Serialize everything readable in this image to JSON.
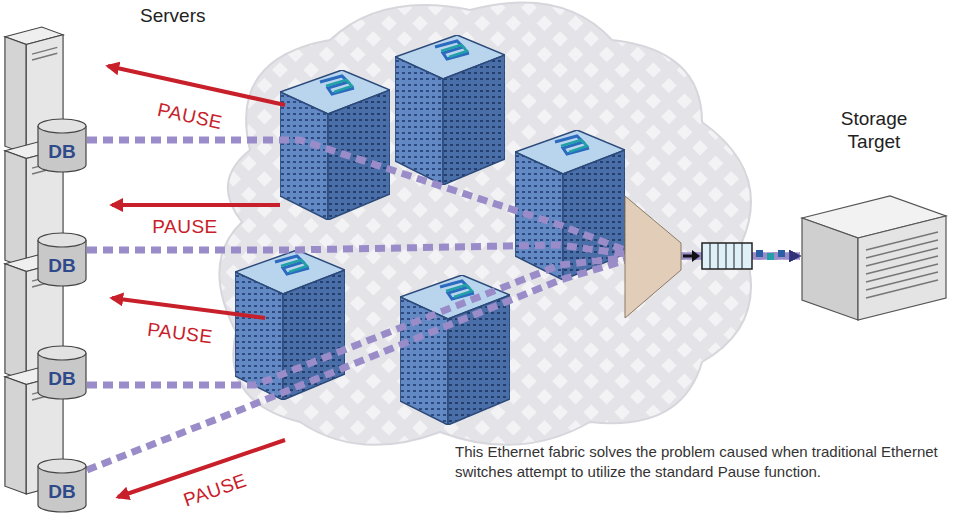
{
  "diagram": {
    "caption": "This Ethernet fabric solves the problem caused when traditional Ethernet switches attempt to utilize the standard Pause function.",
    "nodes": [
      {
        "text": [
          "DB"
        ]
      },
      {
        "text": [
          "DB"
        ]
      },
      {
        "text": [
          "DB"
        ]
      },
      {
        "text": [
          "DB"
        ]
      },
      {
        "text": [
          "Storage Target"
        ]
      }
    ],
    "edges": [
      {
        "from": 0,
        "to": 4,
        "arrow": "to"
      },
      {
        "from": 1,
        "to": 4,
        "arrow": "to"
      },
      {
        "from": 2,
        "to": 4,
        "arrow": "to"
      },
      {
        "from": 3,
        "to": 4,
        "arrow": "to"
      }
    ],
    "labels": [
      "Servers",
      "PAUSE",
      "PAUSE",
      "PAUSE",
      "PAUSE"
    ]
  }
}
